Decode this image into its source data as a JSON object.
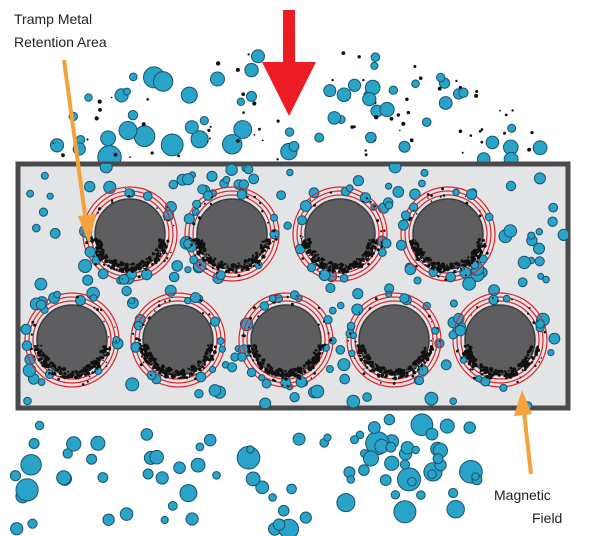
{
  "labels": {
    "retention_line1": "Tramp Metal",
    "retention_line2": "Retention Area",
    "field_line1": "Magnetic",
    "field_line2": "Field"
  },
  "colors": {
    "particle_fill": "#2aa3c9",
    "particle_stroke": "#17546e",
    "housing_fill": "#e3e4e6",
    "housing_stroke": "#4a4a4c",
    "magnet_fill": "#5e5e61",
    "field_ring": "#e0232b",
    "flow_arrow": "#ed1c24",
    "pointer_arrow": "#f5a23a",
    "tramp_metal": "#111111"
  },
  "icons": {
    "flow_direction": "down-arrow-icon",
    "pointer": "pointer-arrow-icon"
  },
  "magnet_rows": [
    4,
    5
  ]
}
